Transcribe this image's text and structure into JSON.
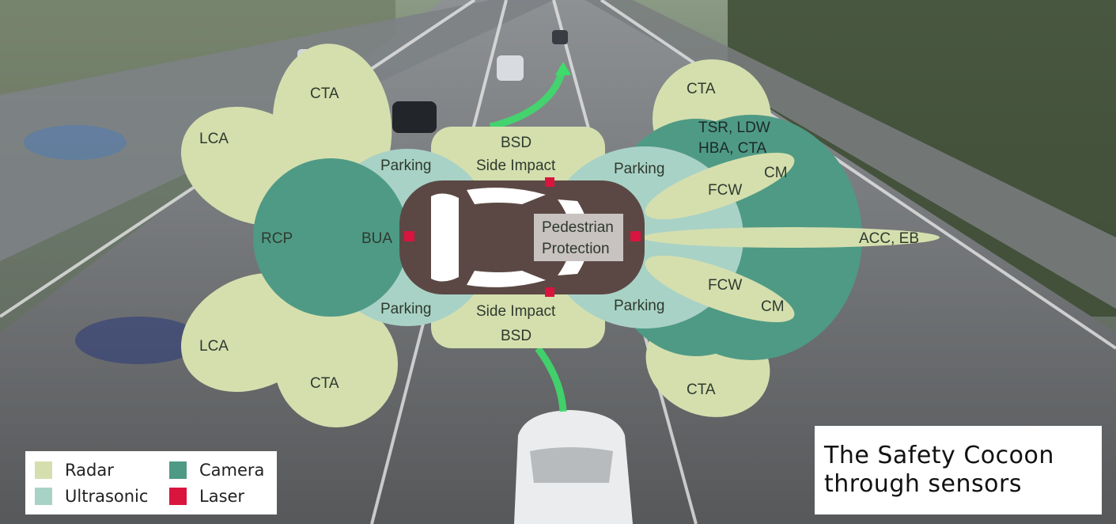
{
  "title": {
    "line1": "The Safety Cocoon",
    "line2": "through sensors"
  },
  "legend": [
    {
      "label": "Radar",
      "color": "#d5dfae"
    },
    {
      "label": "Ultrasonic",
      "color": "#a9d2c6"
    },
    {
      "label": "Camera",
      "color": "#4f9a85"
    },
    {
      "label": "Laser",
      "color": "#d9143f"
    }
  ],
  "zones": {
    "rear_left_lca": "LCA",
    "rear_left_cta": "CTA",
    "rear_right_lca": "LCA",
    "rear_right_cta": "CTA",
    "rcp": "RCP",
    "bua": "BUA",
    "parking_rear_top": "Parking",
    "parking_rear_bottom": "Parking",
    "parking_front_top": "Parking",
    "parking_front_bottom": "Parking",
    "bsd_top": "BSD",
    "bsd_bottom": "BSD",
    "side_impact_top": "Side Impact",
    "side_impact_bottom": "Side Impact",
    "pedestrian_line1": "Pedestrian",
    "pedestrian_line2": "Protection",
    "front_cta_top": "CTA",
    "front_cta_bottom": "CTA",
    "tsr_ldw": "TSR, LDW",
    "hba_cta": "HBA, CTA",
    "fcw_top": "FCW",
    "fcw_bottom": "FCW",
    "cm_top": "CM",
    "cm_bottom": "CM",
    "acc_eb": "ACC, EB"
  }
}
